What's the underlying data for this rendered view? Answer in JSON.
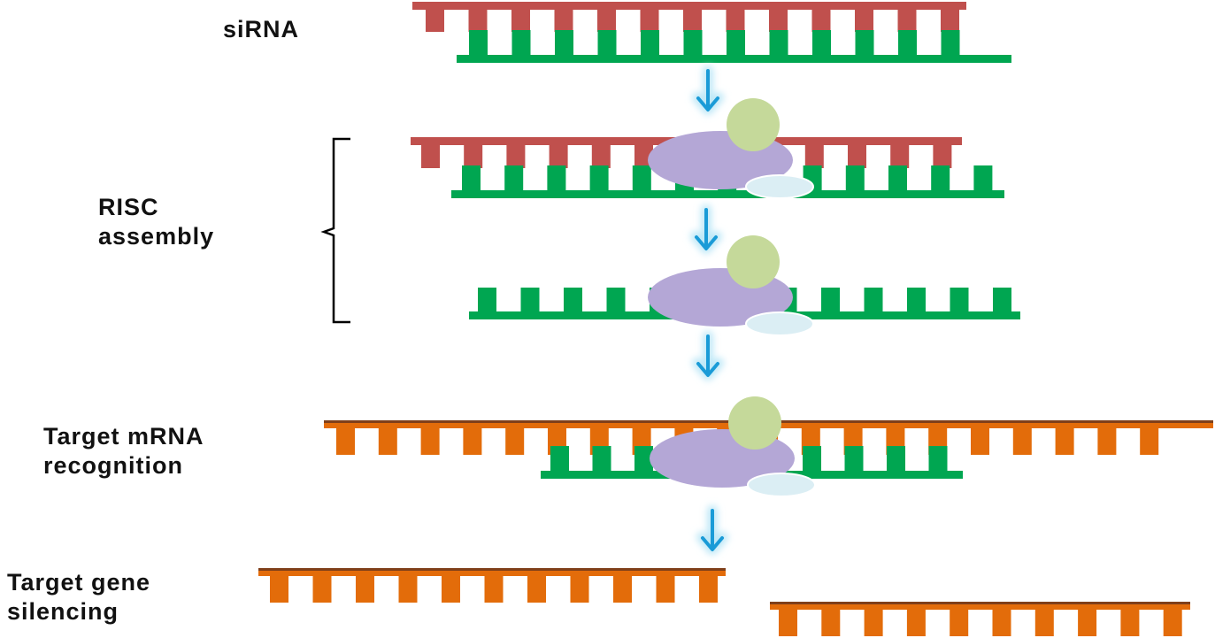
{
  "labels": {
    "sirna": "siRNA",
    "risc_1": "RISC",
    "risc_2": "assembly",
    "target_1": "Target  mRNA",
    "target_2": "recognition",
    "silencing_1": "Target  gene",
    "silencing_2": "silencing"
  },
  "colors": {
    "sense_strand": "#c0504d",
    "guide_strand": "#00a651",
    "mrna_strand": "#e36c0a",
    "mrna_backbone": "#7f3f1a",
    "argonaute": "#b4a7d6",
    "dicer_head": "#c5d99a",
    "trbp": "#dbeef4",
    "arrow": "#1a9bd7",
    "arrow_glow": "#bfe8f7",
    "bracket": "#000000"
  },
  "icons": {
    "step_arrow": "down-arrow-icon"
  }
}
